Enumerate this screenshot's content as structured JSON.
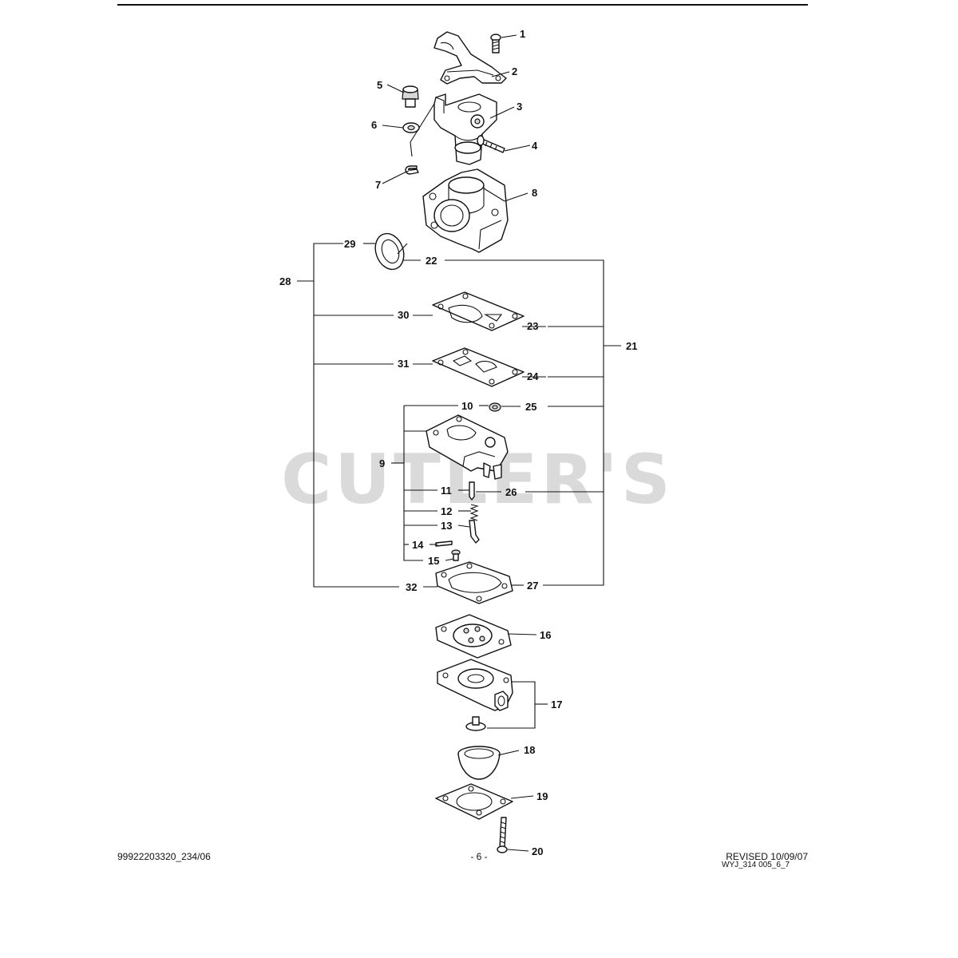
{
  "footer": {
    "left": "99922203320_234/06",
    "center": "- 6 -",
    "right": "REVISED 10/09/07"
  },
  "drawing_code": "WYJ_314 005_6_7",
  "watermark": "CUTLER'S",
  "callouts": {
    "c1": "1",
    "c2": "2",
    "c3": "3",
    "c4": "4",
    "c5": "5",
    "c6": "6",
    "c7": "7",
    "c8": "8",
    "c9": "9",
    "c10": "10",
    "c11": "11",
    "c12": "12",
    "c13": "13",
    "c14": "14",
    "c15": "15",
    "c16": "16",
    "c17": "17",
    "c18": "18",
    "c19": "19",
    "c20": "20",
    "c21": "21",
    "c22": "22",
    "c23": "23",
    "c24": "24",
    "c25": "25",
    "c26": "26",
    "c27": "27",
    "c28": "28",
    "c29": "29",
    "c30": "30",
    "c31": "31",
    "c32": "32"
  }
}
